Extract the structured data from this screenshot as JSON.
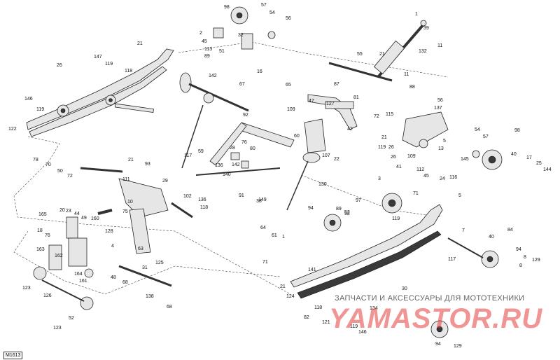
{
  "figure_id": "M1613",
  "watermark": {
    "text": "ЗАПЧАСТИ И АКСЕССУАРЫ ДЛЯ МОТОТЕХНИКИ",
    "logo": "YAMASTOR.RU"
  },
  "callouts": [
    "98",
    "57",
    "54",
    "56",
    "2",
    "32",
    "45",
    "113",
    "51",
    "16",
    "1",
    "39",
    "11",
    "132",
    "21",
    "147",
    "119",
    "118",
    "26",
    "89",
    "142",
    "55",
    "21",
    "11",
    "88",
    "65",
    "87",
    "109",
    "47",
    "81",
    "146",
    "119",
    "122",
    "67",
    "92",
    "127",
    "56",
    "137",
    "72",
    "42",
    "115",
    "21",
    "26",
    "60",
    "54",
    "57",
    "98",
    "5",
    "13",
    "40",
    "145",
    "17",
    "25",
    "144",
    "109",
    "112",
    "45",
    "24",
    "116",
    "26",
    "119",
    "78",
    "70",
    "50",
    "72",
    "21",
    "93",
    "117",
    "59",
    "76",
    "80",
    "28",
    "142",
    "107",
    "22",
    "130",
    "136",
    "140",
    "149",
    "102",
    "118",
    "136",
    "91",
    "38",
    "111",
    "29",
    "10",
    "75",
    "63",
    "97",
    "89",
    "41",
    "3",
    "71",
    "5",
    "94",
    "52",
    "64",
    "61",
    "1",
    "119",
    "20",
    "165",
    "23",
    "44",
    "49",
    "160",
    "18",
    "76",
    "128",
    "4",
    "162",
    "163",
    "164",
    "161",
    "48",
    "123",
    "126",
    "52",
    "52",
    "8",
    "123",
    "7",
    "40",
    "84",
    "94",
    "8",
    "129",
    "117",
    "141",
    "124",
    "82",
    "134",
    "118",
    "121",
    "119",
    "146",
    "21",
    "30",
    "71",
    "94",
    "129",
    "125",
    "68",
    "31",
    "138",
    "68"
  ]
}
